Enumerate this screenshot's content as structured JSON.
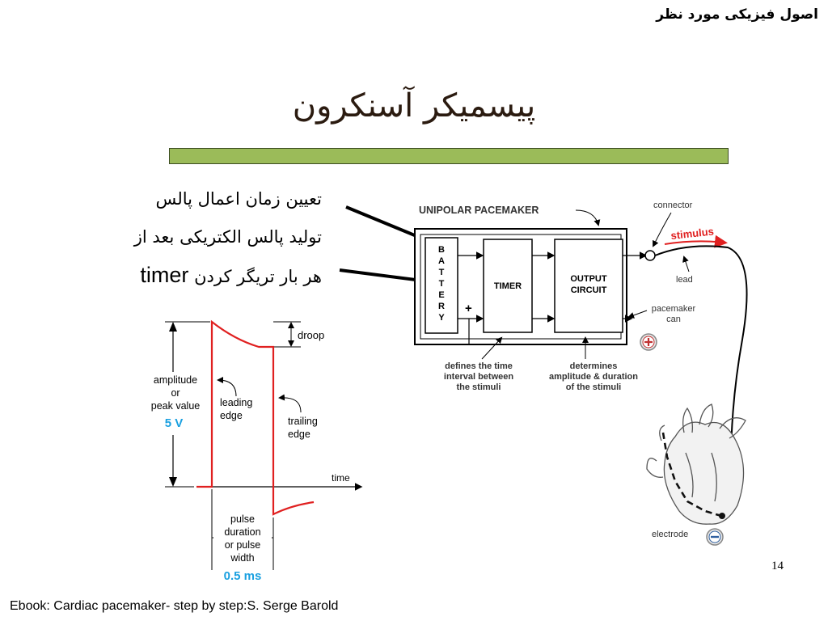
{
  "header": {
    "text": "اصول فیزیکی مورد نظر"
  },
  "title": "پیسمیکر آسنکرون",
  "colors": {
    "title_bar": "#9bbb59",
    "pulse": "#e02020",
    "accent_blue": "#1aa0e0",
    "arrow": "#000000"
  },
  "bullets": [
    {
      "text": "تعیین زمان اعمال پالس"
    },
    {
      "text": "تولید پالس الکتریکی بعد از"
    },
    {
      "text": "هر بار تریگر کردن",
      "english": "timer"
    }
  ],
  "pulse_diagram": {
    "droop": "droop",
    "amplitude": [
      "amplitude",
      "or",
      "peak value"
    ],
    "amplitude_value": "5 V",
    "leading_edge": [
      "leading",
      "edge"
    ],
    "trailing_edge": [
      "trailing",
      "edge"
    ],
    "time": "time",
    "pulse_duration": [
      "pulse",
      "duration",
      "or pulse",
      "width"
    ],
    "duration_value": "0.5 ms"
  },
  "pacemaker_diagram": {
    "title": "UNIPOLAR PACEMAKER",
    "battery": [
      "B",
      "A",
      "T",
      "T",
      "E",
      "R",
      "Y"
    ],
    "timer": "TIMER",
    "output_circuit": [
      "OUTPUT",
      "CIRCUIT"
    ],
    "plus_sign": "+",
    "connector": "connector",
    "stimulus": "stimulus",
    "lead": "lead",
    "pacemaker_can": [
      "pacemaker",
      "can"
    ],
    "timer_caption": [
      "defines the time",
      "interval between",
      "the stimuli"
    ],
    "output_caption": [
      "determines",
      "amplitude & duration",
      "of the stimuli"
    ],
    "electrode": "electrode"
  },
  "page_number": "14",
  "source": "Ebook: Cardiac pacemaker- step by step:S. Serge Barold"
}
